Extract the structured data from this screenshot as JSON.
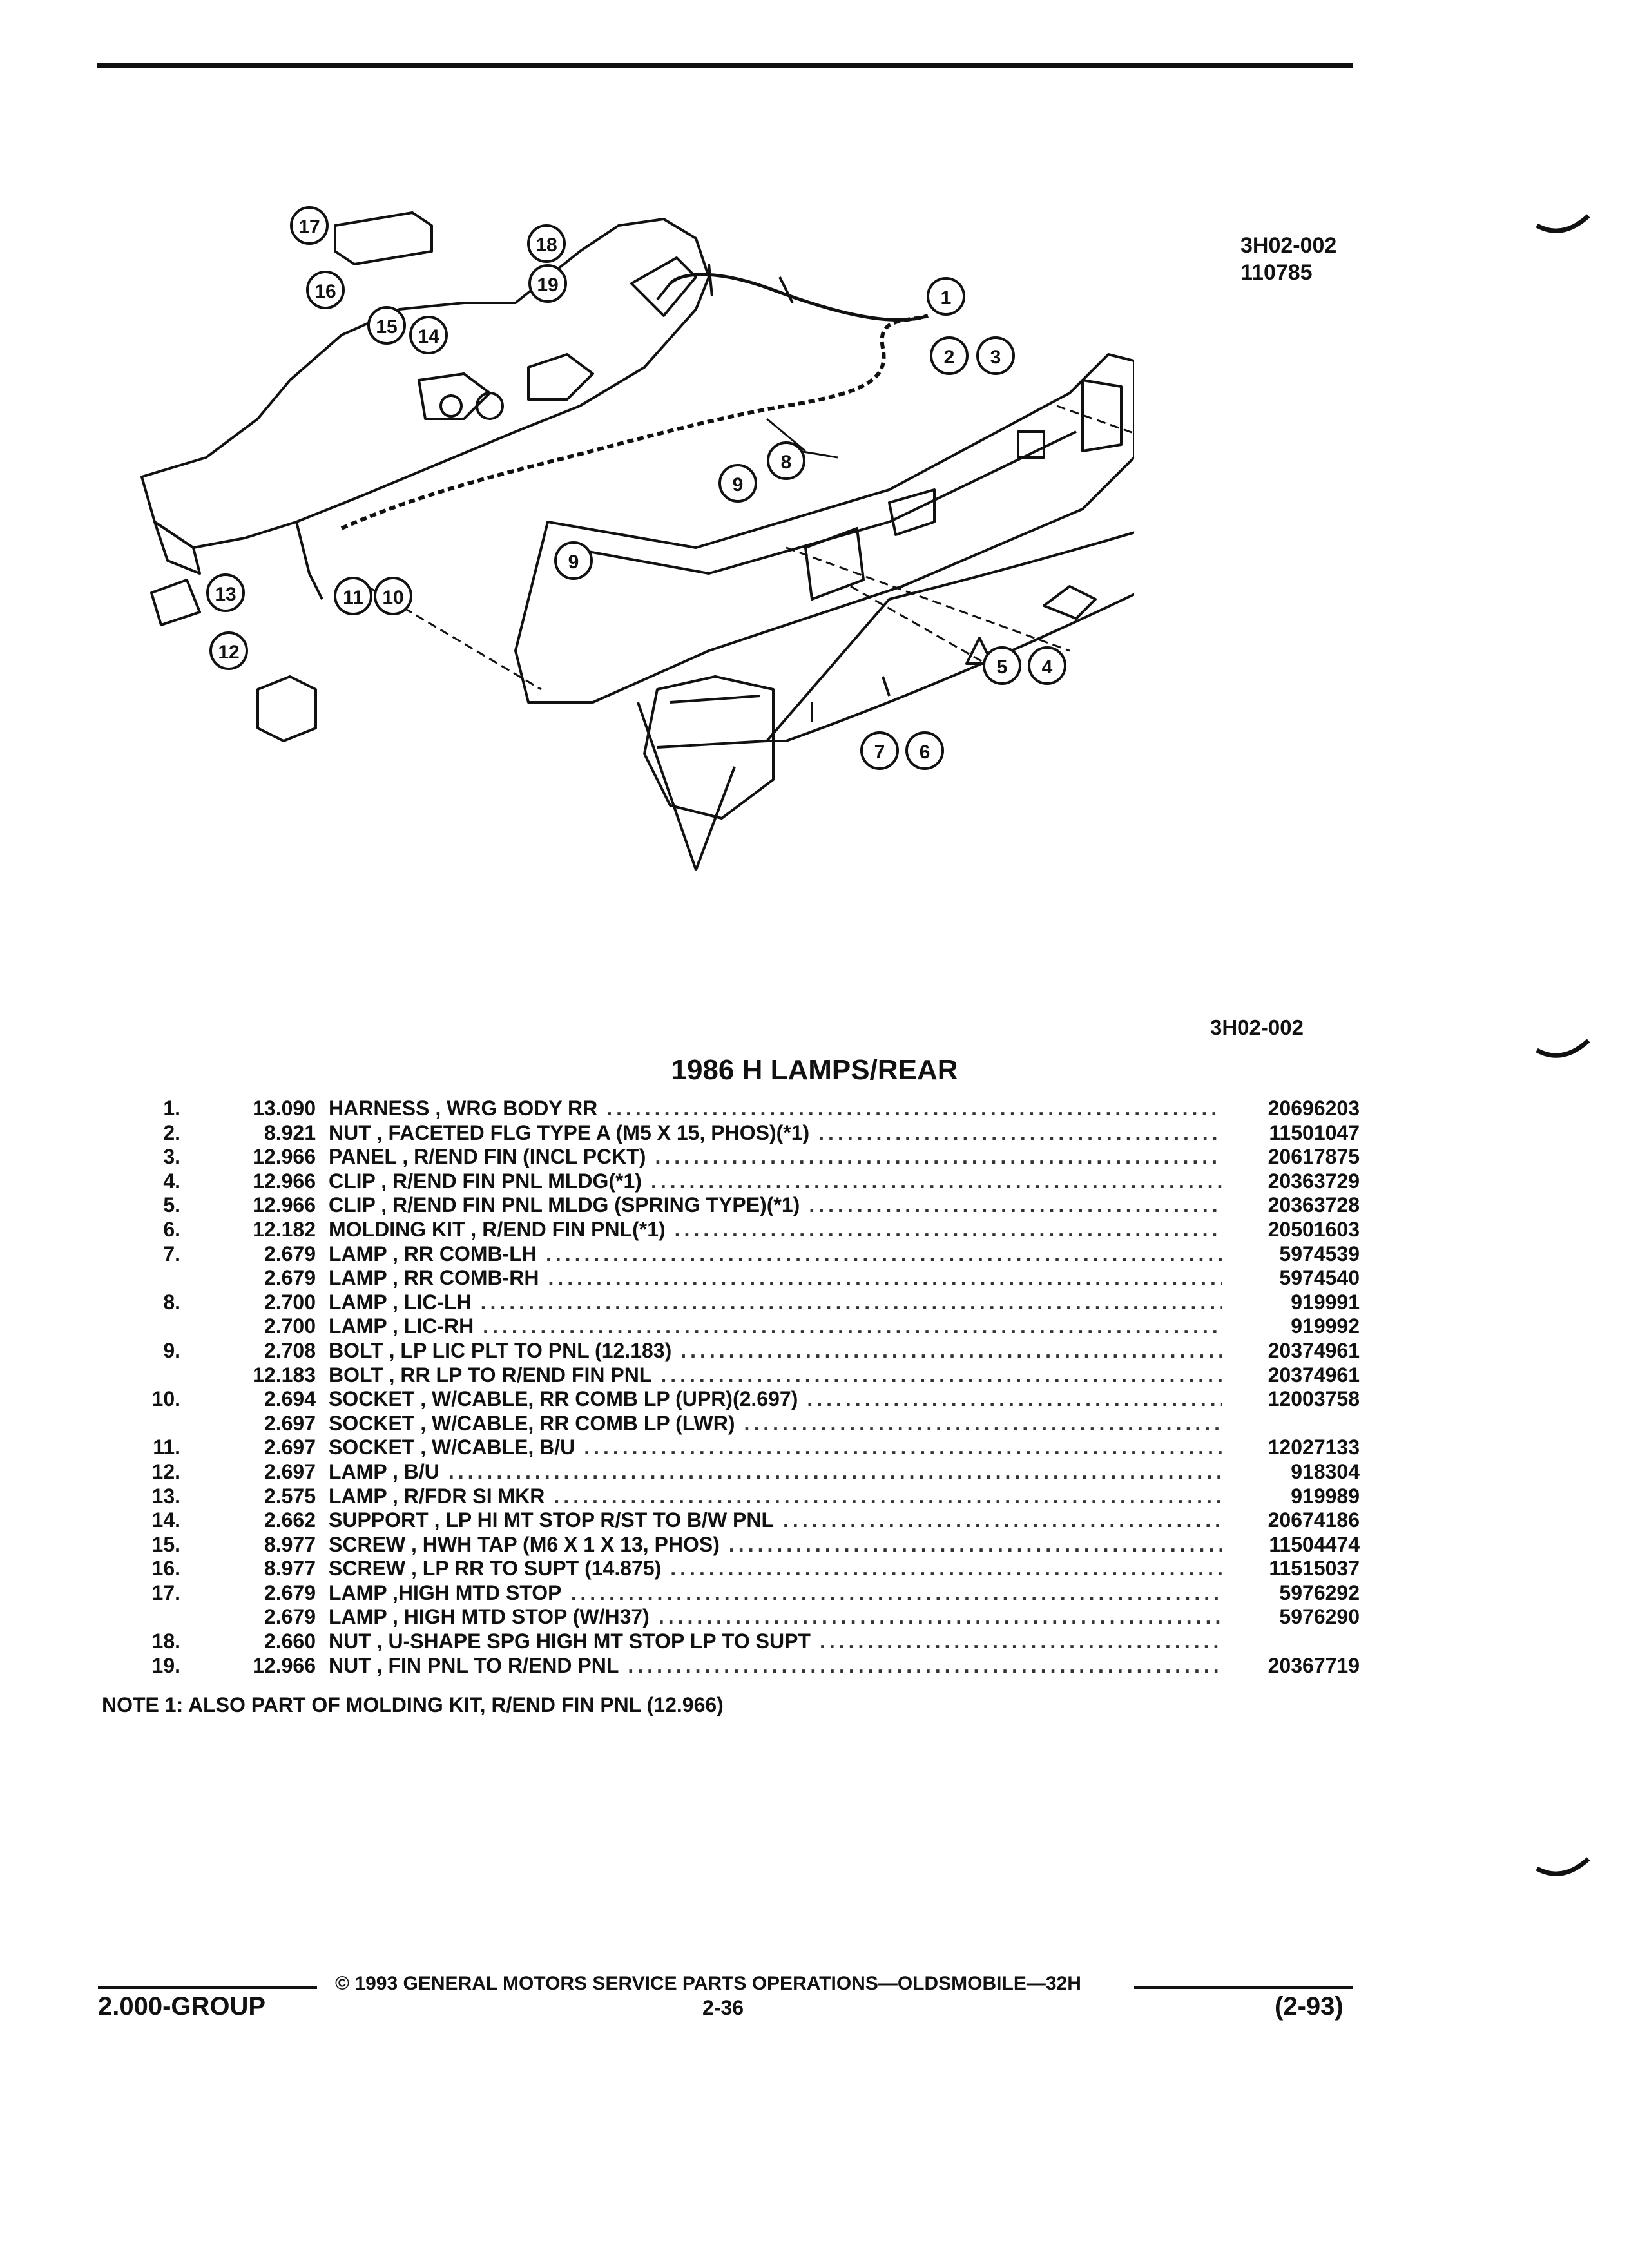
{
  "header": {
    "code_top": "3H02-002",
    "code_top_sub": "110785",
    "code_bottom": "3H02-002"
  },
  "callouts": [
    "1",
    "2",
    "3",
    "4",
    "5",
    "6",
    "7",
    "8",
    "9",
    "10",
    "11",
    "12",
    "13",
    "14",
    "15",
    "16",
    "17",
    "18",
    "19"
  ],
  "title": "1986 H LAMPS/REAR",
  "parts": [
    {
      "no": "1.",
      "group": "13.090",
      "desc": "HARNESS , WRG BODY RR",
      "pn": "20696203"
    },
    {
      "no": "2.",
      "group": "8.921",
      "desc": "NUT , FACETED FLG TYPE A (M5 X 15, PHOS)(*1)",
      "pn": "11501047"
    },
    {
      "no": "3.",
      "group": "12.966",
      "desc": "PANEL , R/END FIN (INCL PCKT)",
      "pn": "20617875"
    },
    {
      "no": "4.",
      "group": "12.966",
      "desc": "CLIP , R/END FIN PNL MLDG(*1)",
      "pn": "20363729"
    },
    {
      "no": "5.",
      "group": "12.966",
      "desc": "CLIP , R/END FIN PNL MLDG (SPRING TYPE)(*1)",
      "pn": "20363728"
    },
    {
      "no": "6.",
      "group": "12.182",
      "desc": "MOLDING KIT , R/END FIN PNL(*1)",
      "pn": "20501603"
    },
    {
      "no": "7.",
      "group": "2.679",
      "desc": "LAMP , RR COMB-LH",
      "pn": "5974539"
    },
    {
      "no": "",
      "group": "2.679",
      "desc": "LAMP , RR COMB-RH",
      "pn": "5974540"
    },
    {
      "no": "8.",
      "group": "2.700",
      "desc": "LAMP , LIC-LH",
      "pn": "919991"
    },
    {
      "no": "",
      "group": "2.700",
      "desc": "LAMP , LIC-RH",
      "pn": "919992"
    },
    {
      "no": "9.",
      "group": "2.708",
      "desc": "BOLT , LP LIC PLT TO PNL (12.183)",
      "pn": "20374961"
    },
    {
      "no": "",
      "group": "12.183",
      "desc": "BOLT , RR LP TO R/END FIN PNL",
      "pn": "20374961"
    },
    {
      "no": "10.",
      "group": "2.694",
      "desc": "SOCKET , W/CABLE, RR COMB LP (UPR)(2.697)",
      "pn": "12003758"
    },
    {
      "no": "",
      "group": "2.697",
      "desc": "SOCKET , W/CABLE, RR COMB LP (LWR)",
      "pn": ""
    },
    {
      "no": "11.",
      "group": "2.697",
      "desc": "SOCKET , W/CABLE, B/U",
      "pn": "12027133"
    },
    {
      "no": "12.",
      "group": "2.697",
      "desc": "LAMP , B/U",
      "pn": "918304"
    },
    {
      "no": "13.",
      "group": "2.575",
      "desc": "LAMP , R/FDR SI MKR",
      "pn": "919989"
    },
    {
      "no": "14.",
      "group": "2.662",
      "desc": "SUPPORT , LP HI MT STOP R/ST TO B/W PNL",
      "pn": "20674186"
    },
    {
      "no": "15.",
      "group": "8.977",
      "desc": "SCREW , HWH TAP (M6 X 1 X 13, PHOS)",
      "pn": "11504474"
    },
    {
      "no": "16.",
      "group": "8.977",
      "desc": "SCREW , LP RR TO SUPT (14.875)",
      "pn": "11515037"
    },
    {
      "no": "17.",
      "group": "2.679",
      "desc": "LAMP ,HIGH MTD STOP",
      "pn": "5976292"
    },
    {
      "no": "",
      "group": "2.679",
      "desc": "LAMP , HIGH MTD STOP (W/H37)",
      "pn": "5976290"
    },
    {
      "no": "18.",
      "group": "2.660",
      "desc": "NUT , U-SHAPE SPG HIGH MT STOP LP TO SUPT",
      "pn": ""
    },
    {
      "no": "19.",
      "group": "12.966",
      "desc": "NUT , FIN PNL TO R/END PNL",
      "pn": "20367719"
    }
  ],
  "note": "NOTE  1:  ALSO PART OF MOLDING KIT, R/END FIN PNL (12.966)",
  "footer": {
    "copyright": "© 1993  GENERAL MOTORS SERVICE PARTS OPERATIONS—OLDSMOBILE—32H",
    "group": "2.000-GROUP",
    "page": "2-36",
    "date": "(2-93)"
  },
  "leader_dots": "........................................................................................................................................"
}
